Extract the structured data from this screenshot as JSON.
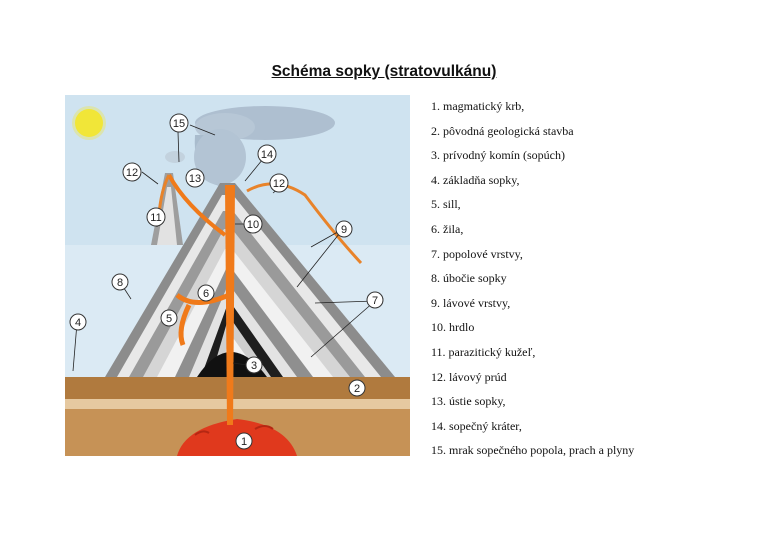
{
  "title": "Schéma sopky (stratovulkánu)",
  "legend": [
    "1. magmatický krb,",
    "2. pôvodná geologická stavba",
    "3. prívodný komín (sopúch)",
    "4. základňa sopky,",
    "5. sill,",
    "6. žila,",
    "7. popolové vrstvy,",
    "8. úbočie sopky",
    "9. lávové vrstvy,",
    "10. hrdlo",
    "11. parazitický kužeľ,",
    "12. lávový prúd",
    "13. ústie sopky,",
    "14. sopečný kráter,",
    "15. mrak sopečného popola, prach a plyny"
  ],
  "callouts": {
    "c1": "1",
    "c2": "2",
    "c3": "3",
    "c4": "4",
    "c5": "5",
    "c6": "6",
    "c7": "7",
    "c8": "8",
    "c9": "9",
    "c10": "10",
    "c11": "11",
    "c12a": "12",
    "c12b": "12",
    "c13": "13",
    "c14": "14",
    "c15": "15"
  },
  "colors": {
    "sky": "#cfe3f0",
    "sun": "#f2e638",
    "ground": "#b07a3e",
    "magma": "#e0391d",
    "lava": "#f07a1a",
    "dark_layer": "#1a1a1a",
    "grey_layer": "#8c8c8c",
    "light_layer": "#e8e8e8"
  }
}
